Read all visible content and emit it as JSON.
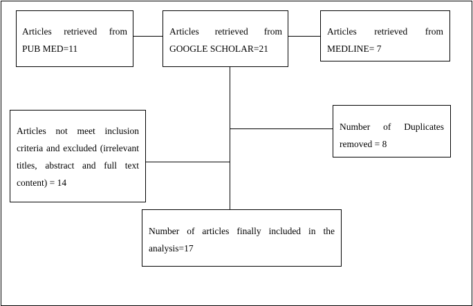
{
  "diagram": {
    "box_pubmed": "Articles retrieved from PUB MED=11",
    "box_google_scholar": "Articles retrieved from GOOGLE SCHOLAR=21",
    "box_medline": "Articles retrieved from MEDLINE= 7",
    "box_excluded": "Articles not meet inclusion criteria and excluded (irrelevant titles, abstract and full text content) = 14",
    "box_duplicates": "Number of Duplicates removed = 8",
    "box_included": "Number of articles finally included in the analysis=17"
  }
}
